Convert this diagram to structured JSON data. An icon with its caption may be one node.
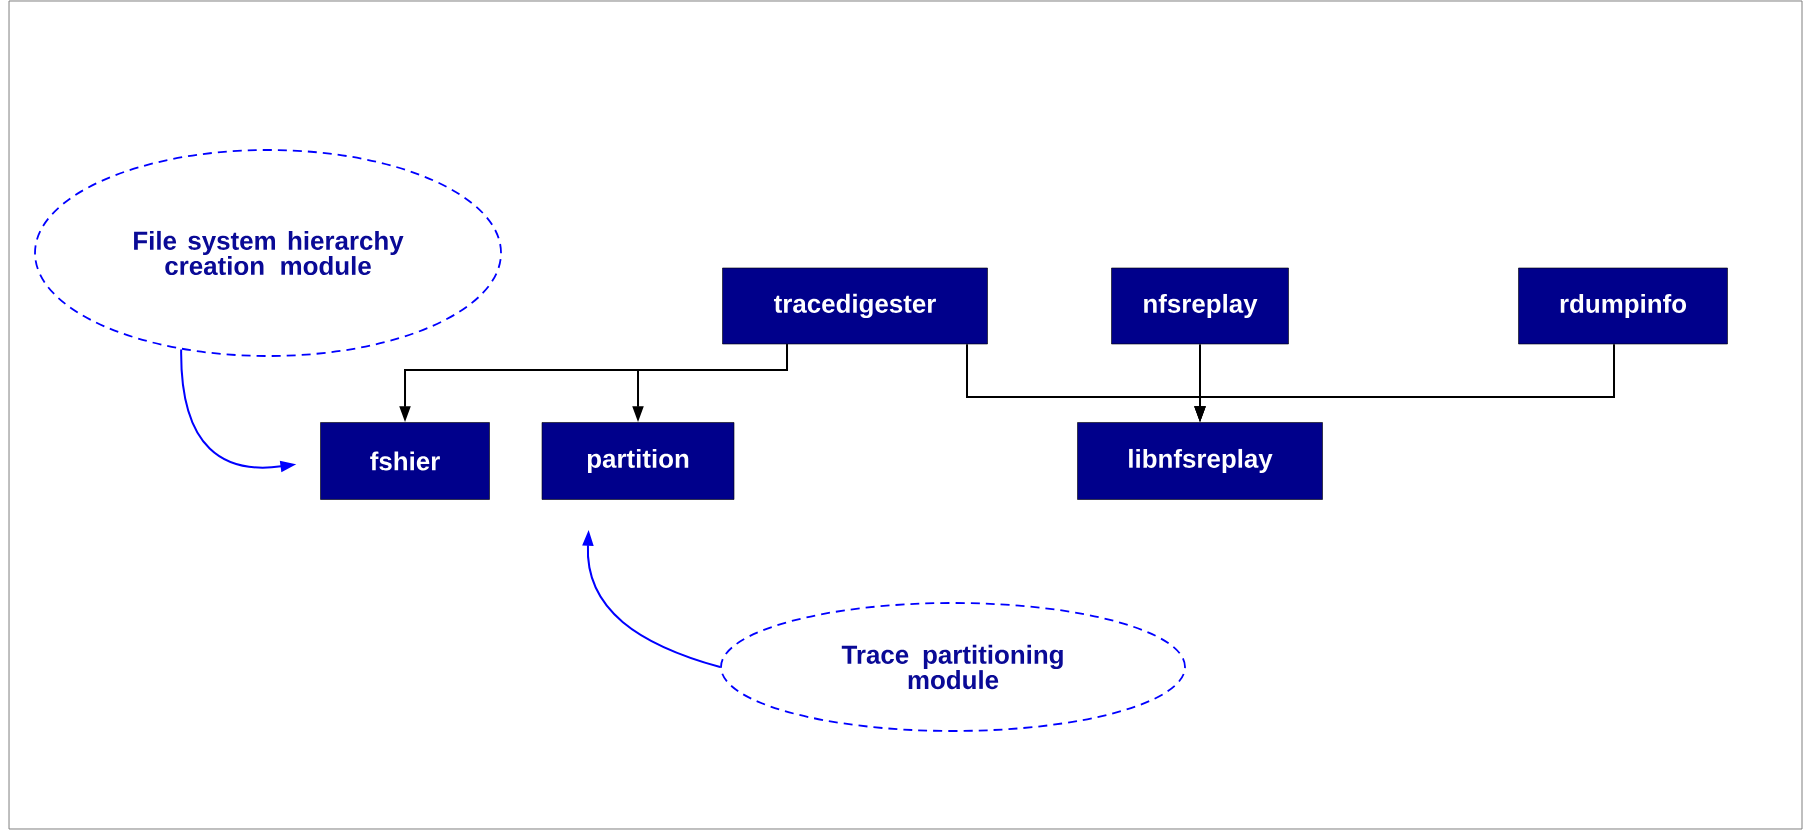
{
  "diagram": {
    "nodes": [
      {
        "text": [
          "File system hierarchy creation module"
        ]
      },
      {
        "text": [
          "tracedigester"
        ]
      },
      {
        "text": [
          "nfsreplay"
        ]
      },
      {
        "text": [
          "rdumpinfo"
        ]
      },
      {
        "text": [
          "fshier"
        ]
      },
      {
        "text": [
          "partition"
        ]
      },
      {
        "text": [
          "libnfsreplay"
        ]
      },
      {
        "text": [
          "Trace partitioning module"
        ]
      }
    ],
    "edges": [
      {
        "from": 1,
        "to": 4,
        "arrow": "to"
      },
      {
        "from": 1,
        "to": 5,
        "arrow": "to"
      },
      {
        "from": 1,
        "to": 6,
        "arrow": "to"
      },
      {
        "from": 2,
        "to": 6,
        "arrow": "to"
      },
      {
        "from": 3,
        "to": 6,
        "arrow": "to"
      },
      {
        "from": 0,
        "to": 4,
        "arrow": "to",
        "color": "#0000ff"
      },
      {
        "from": 7,
        "to": 5,
        "arrow": "to",
        "color": "#0000ff"
      }
    ]
  }
}
